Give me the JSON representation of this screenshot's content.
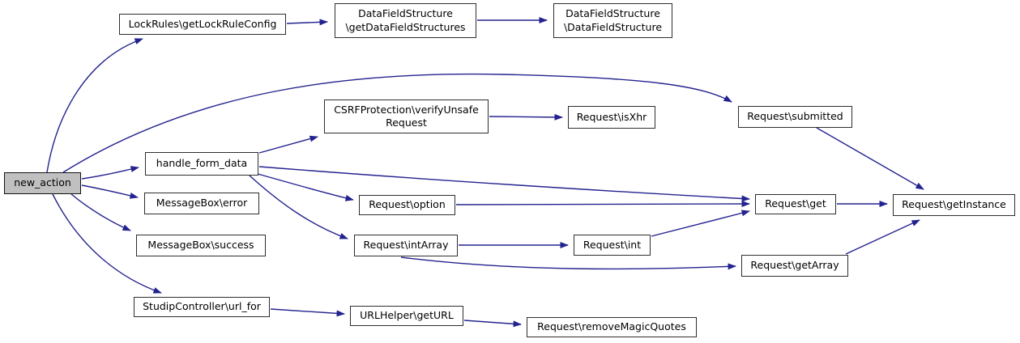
{
  "diagram": {
    "type": "call-graph",
    "nodes": [
      {
        "id": "new_action",
        "label": "new_action",
        "highlight": true
      },
      {
        "id": "lock_rule_config",
        "label": "LockRules\\getLockRuleConfig",
        "highlight": false
      },
      {
        "id": "get_data_field_structures",
        "label": "DataFieldStructure\n\\getDataFieldStructures",
        "highlight": false
      },
      {
        "id": "data_field_structure",
        "label": "DataFieldStructure\n\\DataFieldStructure",
        "highlight": false
      },
      {
        "id": "verify_unsafe_request",
        "label": "CSRFProtection\\verifyUnsafe\nRequest",
        "highlight": false
      },
      {
        "id": "is_xhr",
        "label": "Request\\isXhr",
        "highlight": false
      },
      {
        "id": "submitted",
        "label": "Request\\submitted",
        "highlight": false
      },
      {
        "id": "handle_form_data",
        "label": "handle_form_data",
        "highlight": false
      },
      {
        "id": "message_box_error",
        "label": "MessageBox\\error",
        "highlight": false
      },
      {
        "id": "message_box_success",
        "label": "MessageBox\\success",
        "highlight": false
      },
      {
        "id": "option",
        "label": "Request\\option",
        "highlight": false
      },
      {
        "id": "int_array",
        "label": "Request\\intArray",
        "highlight": false
      },
      {
        "id": "int",
        "label": "Request\\int",
        "highlight": false
      },
      {
        "id": "get",
        "label": "Request\\get",
        "highlight": false
      },
      {
        "id": "get_instance",
        "label": "Request\\getInstance",
        "highlight": false
      },
      {
        "id": "get_array",
        "label": "Request\\getArray",
        "highlight": false
      },
      {
        "id": "url_for",
        "label": "StudipController\\url_for",
        "highlight": false
      },
      {
        "id": "get_url",
        "label": "URLHelper\\getURL",
        "highlight": false
      },
      {
        "id": "remove_magic_quotes",
        "label": "Request\\removeMagicQuotes",
        "highlight": false
      }
    ],
    "edges": [
      {
        "from": "new_action",
        "to": "lock_rule_config"
      },
      {
        "from": "lock_rule_config",
        "to": "get_data_field_structures"
      },
      {
        "from": "get_data_field_structures",
        "to": "data_field_structure"
      },
      {
        "from": "new_action",
        "to": "submitted"
      },
      {
        "from": "new_action",
        "to": "handle_form_data"
      },
      {
        "from": "new_action",
        "to": "message_box_error"
      },
      {
        "from": "new_action",
        "to": "message_box_success"
      },
      {
        "from": "new_action",
        "to": "url_for"
      },
      {
        "from": "handle_form_data",
        "to": "verify_unsafe_request"
      },
      {
        "from": "verify_unsafe_request",
        "to": "is_xhr"
      },
      {
        "from": "handle_form_data",
        "to": "get"
      },
      {
        "from": "handle_form_data",
        "to": "option"
      },
      {
        "from": "handle_form_data",
        "to": "int_array"
      },
      {
        "from": "option",
        "to": "get"
      },
      {
        "from": "int_array",
        "to": "int"
      },
      {
        "from": "int",
        "to": "get"
      },
      {
        "from": "int_array",
        "to": "get_array"
      },
      {
        "from": "get",
        "to": "get_instance"
      },
      {
        "from": "submitted",
        "to": "get_instance"
      },
      {
        "from": "get_array",
        "to": "get_instance"
      },
      {
        "from": "url_for",
        "to": "get_url"
      },
      {
        "from": "get_url",
        "to": "remove_magic_quotes"
      }
    ]
  },
  "colors": {
    "edge": "#23238f",
    "node_border": "#2e2e2e",
    "node_fill": "#ffffff",
    "highlight_fill": "#c0c0c0",
    "text": "#000000",
    "background": "#ffffff"
  }
}
